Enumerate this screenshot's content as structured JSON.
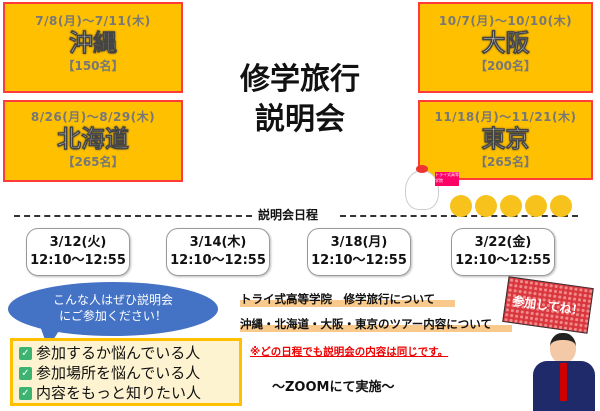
{
  "destinations": [
    {
      "dates": "7/8(月)〜7/11(木)",
      "name": "沖縄",
      "count": "【150名】"
    },
    {
      "dates": "8/26(月)〜8/29(木)",
      "name": "北海道",
      "count": "【265名】"
    },
    {
      "dates": "10/7(月)〜10/10(木)",
      "name": "大阪",
      "count": "【200名】"
    },
    {
      "dates": "11/18(月)〜11/21(木)",
      "name": "東京",
      "count": "【265名】"
    }
  ],
  "title": {
    "line1": "修学旅行",
    "line2": "説明会"
  },
  "schedule": {
    "label": "説明会日程",
    "sessions": [
      {
        "date": "3/12(火)",
        "time": "12:10〜12:55"
      },
      {
        "date": "3/14(木)",
        "time": "12:10〜12:55"
      },
      {
        "date": "3/18(月)",
        "time": "12:10〜12:55"
      },
      {
        "date": "3/22(金)",
        "time": "12:10〜12:55"
      }
    ]
  },
  "bubble": {
    "line1": "こんな人はぜひ説明会",
    "line2": "にご参加ください！"
  },
  "checklist": [
    "参加するか悩んでいる人",
    "参加場所を悩んでいる人",
    "内容をもっと知りたい人"
  ],
  "info": [
    "トライ式高等学院　修学旅行について",
    "沖縄・北海道・大阪・東京のツアー内容について"
  ],
  "note": "※どの日程でも説明会の内容は同じです。",
  "zoom": "〜ZOOMにて実施〜",
  "sign": "参加してね！",
  "flag": "トライ式高等学院"
}
